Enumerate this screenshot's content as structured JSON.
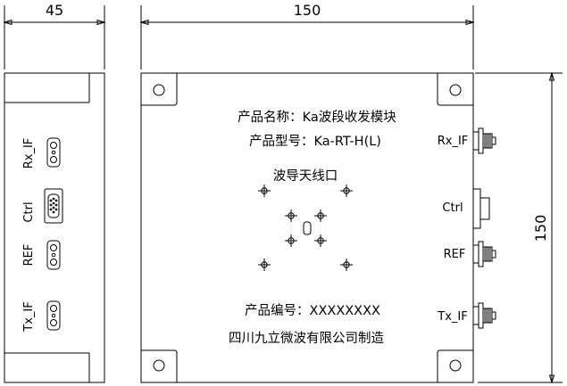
{
  "dimensions": {
    "side_width": "45",
    "top_width": "150",
    "right_height": "150"
  },
  "side_view": {
    "ports": [
      {
        "label": "Rx_IF",
        "connector": "sma-connector-icon"
      },
      {
        "label": "Ctrl",
        "connector": "dsub-connector-icon"
      },
      {
        "label": "REF",
        "connector": "sma-connector-icon"
      },
      {
        "label": "Tx_IF",
        "connector": "sma-connector-icon"
      }
    ]
  },
  "top_view": {
    "product_name": "产品名称：Ka波段收发模块",
    "product_model": "产品型号：Ka-RT-H(L)",
    "waveguide_port": "波导天线口",
    "serial_number": "产品编号：XXXXXXXX",
    "manufacturer": "四川九立微波有限公司制造"
  },
  "right_connectors": [
    {
      "label": "Rx_IF"
    },
    {
      "label": "Ctrl"
    },
    {
      "label": "REF"
    },
    {
      "label": "Tx_IF"
    }
  ]
}
